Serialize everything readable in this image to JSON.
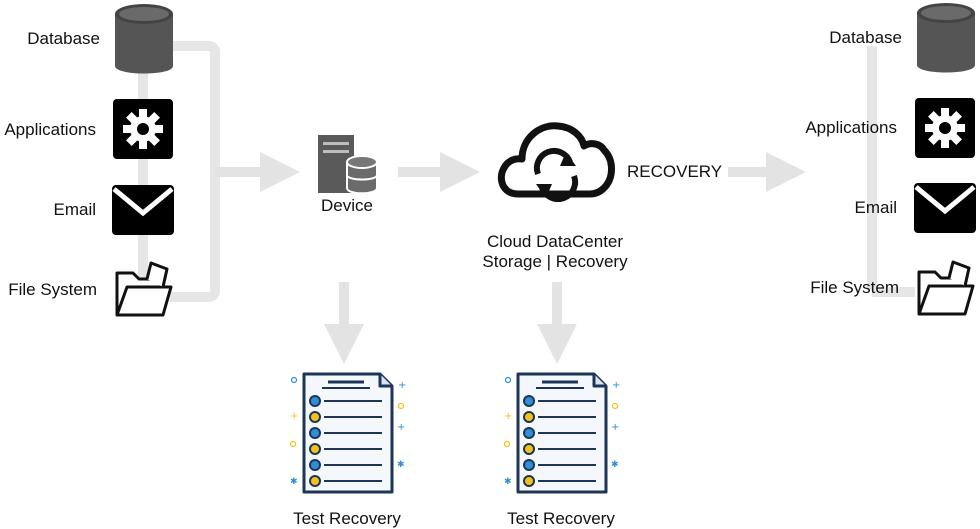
{
  "source": {
    "items": [
      {
        "label": "Database",
        "icon": "database-icon"
      },
      {
        "label": "Applications",
        "icon": "gear-icon"
      },
      {
        "label": "Email",
        "icon": "envelope-icon"
      },
      {
        "label": "File System",
        "icon": "folder-icon"
      }
    ]
  },
  "device": {
    "label": "Device",
    "icon": "server-icon"
  },
  "cloud": {
    "line1": "Cloud DataCenter",
    "line2": "Storage | Recovery",
    "icon": "cloud-sync-icon"
  },
  "recovery_label": "RECOVERY",
  "target": {
    "items": [
      {
        "label": "Database",
        "icon": "database-icon"
      },
      {
        "label": "Applications",
        "icon": "gear-icon"
      },
      {
        "label": "Email",
        "icon": "envelope-icon"
      },
      {
        "label": "File System",
        "icon": "folder-icon"
      }
    ]
  },
  "test_recovery": [
    {
      "label": "Test Recovery",
      "icon": "checklist-document-icon"
    },
    {
      "label": "Test Recovery",
      "icon": "checklist-document-icon"
    }
  ],
  "colors": {
    "arrow": "#e3e3e3",
    "icon": "#000000",
    "bullet_blue": "#2e8fd6",
    "bullet_yellow": "#f2c21b",
    "doc_outline": "#1d3557"
  }
}
